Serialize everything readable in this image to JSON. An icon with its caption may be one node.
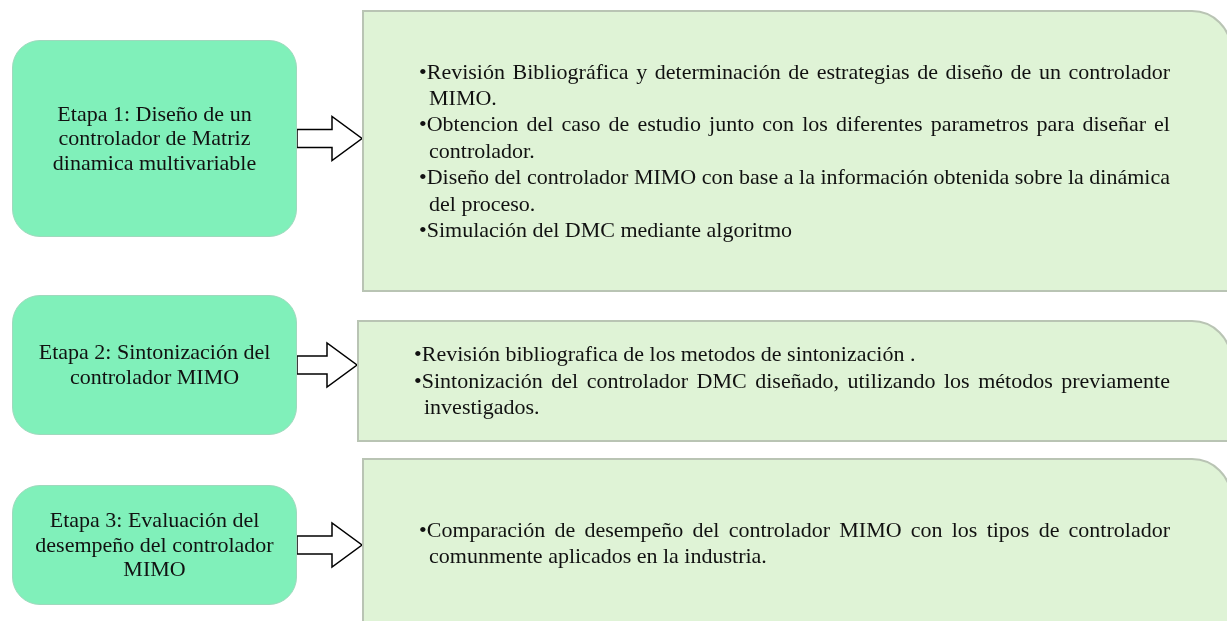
{
  "diagram": {
    "nodes": [
      {
        "text": [
          "Etapa 1: Diseño de un controlador de Matriz dinamica multivariable"
        ]
      },
      {
        "text": [
          "•Revisión Bibliográfica y determinación de estrategias de diseño de un controlador MIMO.",
          "•Obtencion del caso de estudio junto con los diferentes parametros para diseñar el controlador.",
          "•Diseño del controlador MIMO con base a la información obtenida sobre la dinámica del proceso.",
          "•Simulación del DMC mediante algoritmo"
        ]
      },
      {
        "text": [
          "Etapa 2: Sintonización del controlador MIMO"
        ]
      },
      {
        "text": [
          "•Revisión bibliografica de los metodos de sintonización .",
          "•Sintonización del controlador DMC diseñado, utilizando los métodos previamente investigados."
        ]
      },
      {
        "text": [
          "Etapa 3: Evaluación del desempeño del controlador MIMO"
        ]
      },
      {
        "text": [
          "•Comparación de desempeño del controlador MIMO con los tipos de controlador comunmente aplicados en la industria."
        ]
      }
    ],
    "edges": [
      {
        "from": 0,
        "to": 1,
        "arrow": "to"
      },
      {
        "from": 2,
        "to": 3,
        "arrow": "to"
      },
      {
        "from": 4,
        "to": 5,
        "arrow": "to"
      }
    ]
  }
}
